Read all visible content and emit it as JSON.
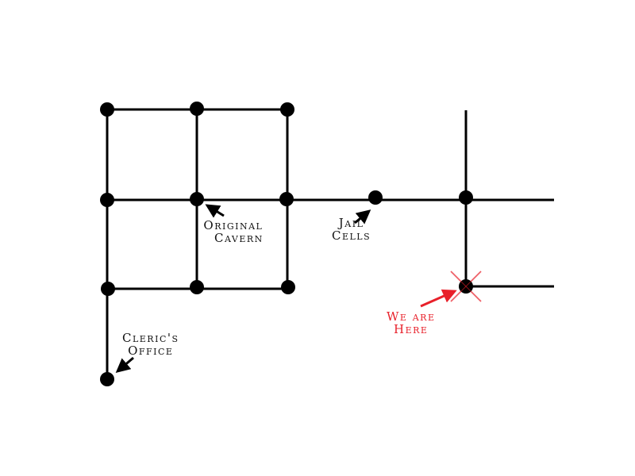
{
  "map": {
    "labels": {
      "original_cavern": [
        "Original",
        "Cavern"
      ],
      "jail_cells": [
        "Jail",
        "Cells"
      ],
      "clerics_office": [
        "Cleric's",
        "Office"
      ],
      "we_are_here": [
        "We are",
        "Here"
      ]
    },
    "colors": {
      "line": "#000000",
      "node": "#000000",
      "highlight": "#e8202a"
    }
  }
}
